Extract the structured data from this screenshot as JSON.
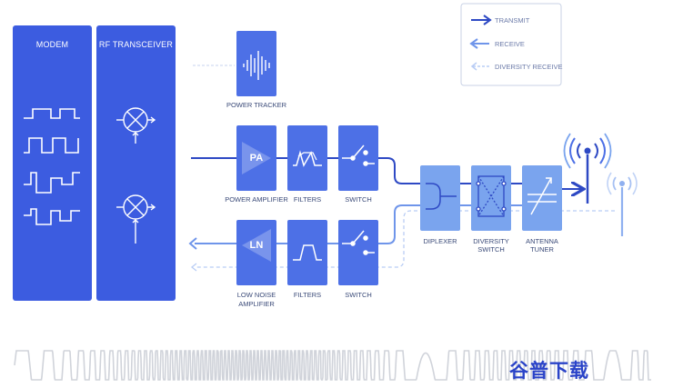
{
  "blocks": {
    "modem": "MODEM",
    "rf_transceiver": "RF TRANSCEIVER",
    "power_tracker": "POWER TRACKER",
    "power_amplifier": "POWER AMPLIFIER",
    "pa_symbol": "PA",
    "filters_tx": "FILTERS",
    "switch_tx": "SWITCH",
    "low_noise_amplifier_line1": "LOW NOISE",
    "low_noise_amplifier_line2": "AMPLIFIER",
    "ln_symbol": "LN",
    "filters_rx": "FILTERS",
    "switch_rx": "SWITCH",
    "diplexer": "DIPLEXER",
    "diversity_switch_line1": "DIVERSITY",
    "diversity_switch_line2": "SWITCH",
    "antenna_tuner_line1": "ANTENNA",
    "antenna_tuner_line2": "TUNER"
  },
  "legend": {
    "transmit": "TRANSMIT",
    "receive": "RECEIVE",
    "diversity_receive": "DIVERSITY RECEIVE"
  },
  "watermark": "谷普下载",
  "colors": {
    "dark_block": "#3c5ce0",
    "light_block": "#7aa4ee",
    "transmit_line": "#2e49c4",
    "receive_line": "#6f95ea",
    "diversity_line": "#b9cdf5"
  }
}
